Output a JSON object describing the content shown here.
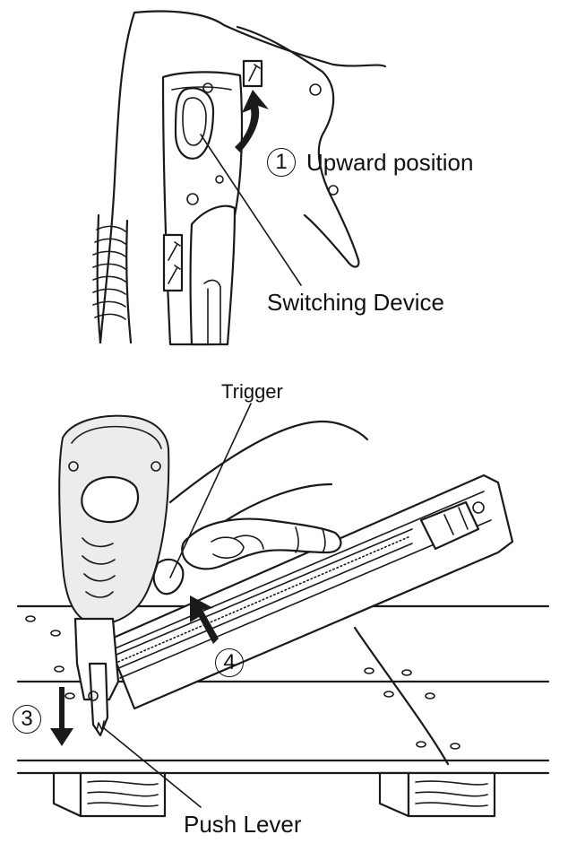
{
  "labels": {
    "upward_position": "Upward position",
    "switching_device": "Switching Device",
    "trigger": "Trigger",
    "push_lever": "Push Lever"
  },
  "steps": {
    "step1": "1",
    "step3": "3",
    "step4": "4"
  },
  "icons": {
    "single_nail": "single-nail-icon",
    "double_nail": "double-nail-icon"
  },
  "colors": {
    "ink": "#1a1a1a",
    "background": "#ffffff"
  }
}
